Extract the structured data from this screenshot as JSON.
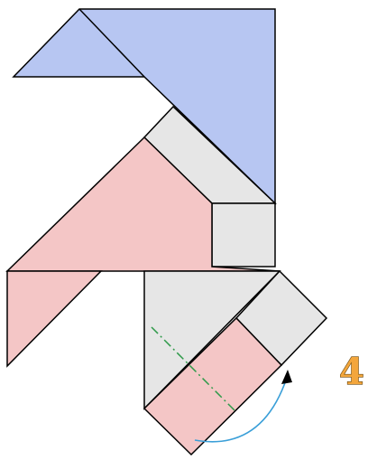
{
  "step_number": "4",
  "colors": {
    "blue_piece": "#b7c6f2",
    "pink_piece": "#f4c6c6",
    "gray_piece": "#e6e6e6",
    "outline": "#000000",
    "fold_line": "#2f9a4a",
    "arrow": "#3a9fd8",
    "label_fill": "#f3a63c"
  },
  "icons": {
    "fold_line": "dash-dot-fold-line",
    "turn_arrow": "curved-rotation-arrow"
  }
}
